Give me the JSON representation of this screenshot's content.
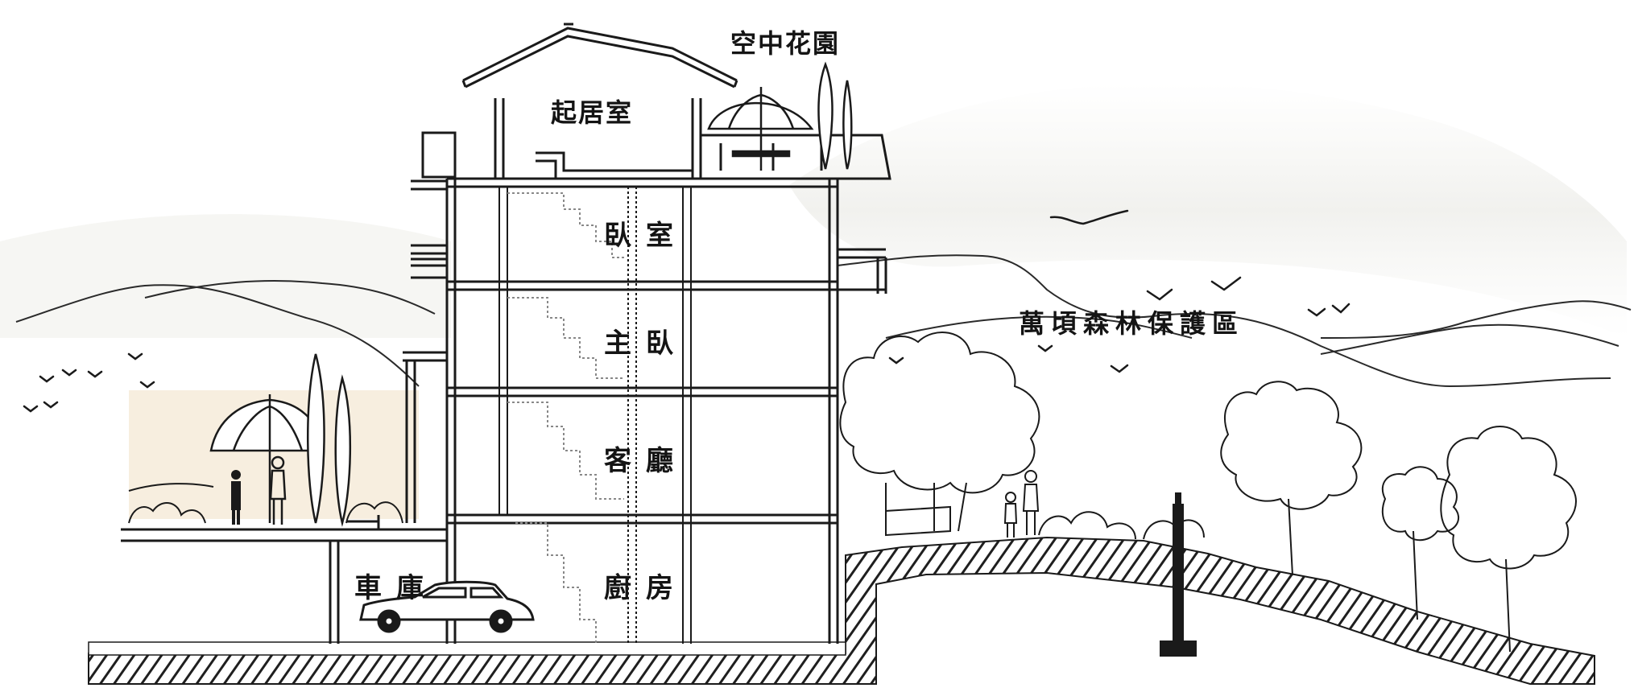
{
  "labels": {
    "sky_garden": "空中花園",
    "living_room": "起居室",
    "bedroom": "臥室",
    "master_bedroom": "主臥",
    "guest_hall": "客廳",
    "kitchen": "廚房",
    "garage": "車庫",
    "forest_reserve": "萬頃森林保護區"
  },
  "colors": {
    "ink": "#1a1a1a",
    "paper": "#ffffff",
    "sky_wash": "#f1f1ee",
    "warm_wash": "#f7eedf",
    "hatch": "#2a2a2a"
  },
  "icons": {
    "umbrella": "patio-umbrella-icon",
    "car": "car-icon",
    "bird": "bird-icon",
    "tree": "tree-icon",
    "person": "person-icon"
  }
}
